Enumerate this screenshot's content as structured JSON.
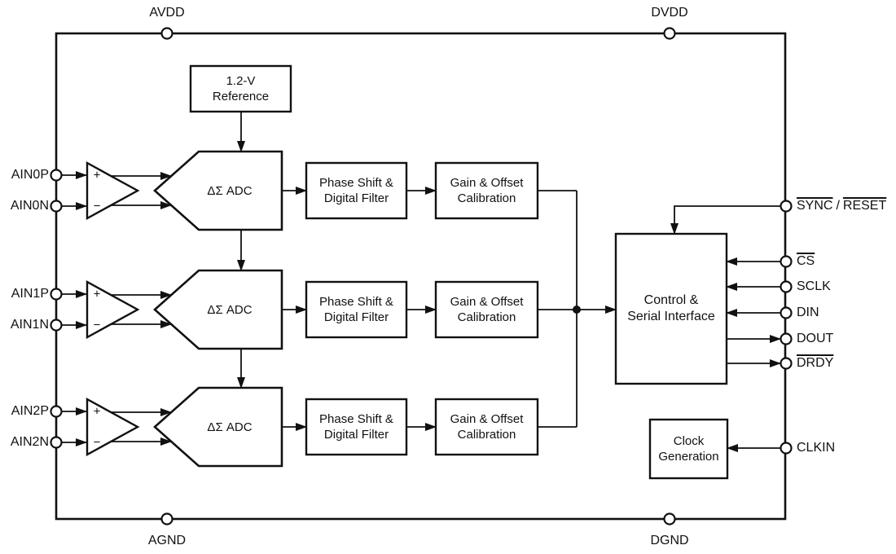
{
  "diagram": {
    "type": "block-diagram",
    "description": "Delta-sigma ADC functional block diagram with three differential input channels",
    "colors": {
      "line": "#111111",
      "background": "#ffffff"
    },
    "power_pins": {
      "avdd": "AVDD",
      "dvdd": "DVDD",
      "agnd": "AGND",
      "dgnd": "DGND"
    },
    "reference_block": {
      "line1": "1.2-V",
      "line2": "Reference"
    },
    "channels": [
      {
        "pin_p": "AIN0P",
        "pin_n": "AIN0N",
        "amp_plus": "+",
        "amp_minus": "−",
        "adc_label": "ΔΣ ADC",
        "phase_line1": "Phase Shift &",
        "phase_line2": "Digital Filter",
        "gain_line1": "Gain & Offset",
        "gain_line2": "Calibration"
      },
      {
        "pin_p": "AIN1P",
        "pin_n": "AIN1N",
        "amp_plus": "+",
        "amp_minus": "−",
        "adc_label": "ΔΣ ADC",
        "phase_line1": "Phase Shift &",
        "phase_line2": "Digital Filter",
        "gain_line1": "Gain & Offset",
        "gain_line2": "Calibration"
      },
      {
        "pin_p": "AIN2P",
        "pin_n": "AIN2N",
        "amp_plus": "+",
        "amp_minus": "−",
        "adc_label": "ΔΣ ADC",
        "phase_line1": "Phase Shift &",
        "phase_line2": "Digital Filter",
        "gain_line1": "Gain & Offset",
        "gain_line2": "Calibration"
      }
    ],
    "control_block": {
      "line1": "Control &",
      "line2": "Serial Interface"
    },
    "clock_block": {
      "line1": "Clock",
      "line2": "Generation"
    },
    "right_pins": {
      "sync_reset_1": "SYNC",
      "sync_reset_sep": "/",
      "sync_reset_2": "RESET",
      "cs": "CS",
      "sclk": "SCLK",
      "din": "DIN",
      "dout": "DOUT",
      "drdy": "DRDY",
      "clkin": "CLKIN"
    }
  }
}
